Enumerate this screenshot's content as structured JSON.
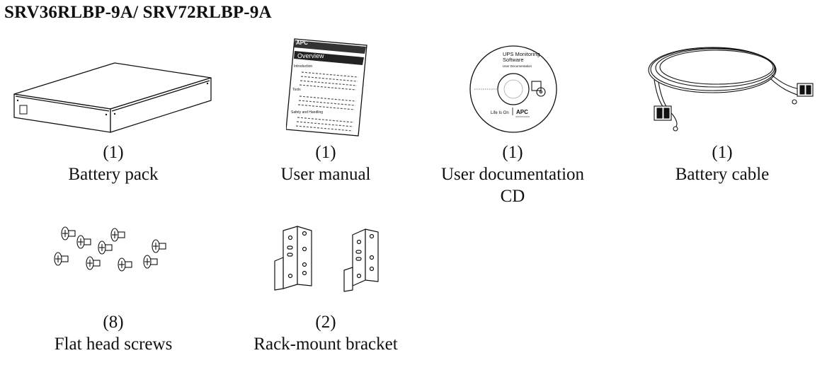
{
  "document": {
    "title": "SRV36RLBP-9A/ SRV72RLBP-9A"
  },
  "items": [
    {
      "qty": "(1)",
      "name": "Battery pack",
      "icon": "battery-pack-icon"
    },
    {
      "qty": "(1)",
      "name": "User manual",
      "icon": "manual-icon"
    },
    {
      "qty": "(1)",
      "name": "User documentation",
      "name2": "CD",
      "icon": "cd-icon"
    },
    {
      "qty": "(1)",
      "name": "Battery cable",
      "icon": "cable-icon"
    },
    {
      "qty": "(8)",
      "name": "Flat head screws",
      "icon": "screws-icon"
    },
    {
      "qty": "(2)",
      "name": "Rack-mount bracket",
      "icon": "bracket-icon"
    }
  ],
  "manual_cover": {
    "brand": "APC",
    "heading": "Overview",
    "sections": [
      "Introduction",
      "Tools",
      "Safety and Handling"
    ]
  },
  "cd_label": {
    "title_line1": "UPS Monitoring",
    "title_line2": "Software",
    "subtitle": "User Documentation",
    "tagline": "Life Is On",
    "brand": "APC"
  }
}
